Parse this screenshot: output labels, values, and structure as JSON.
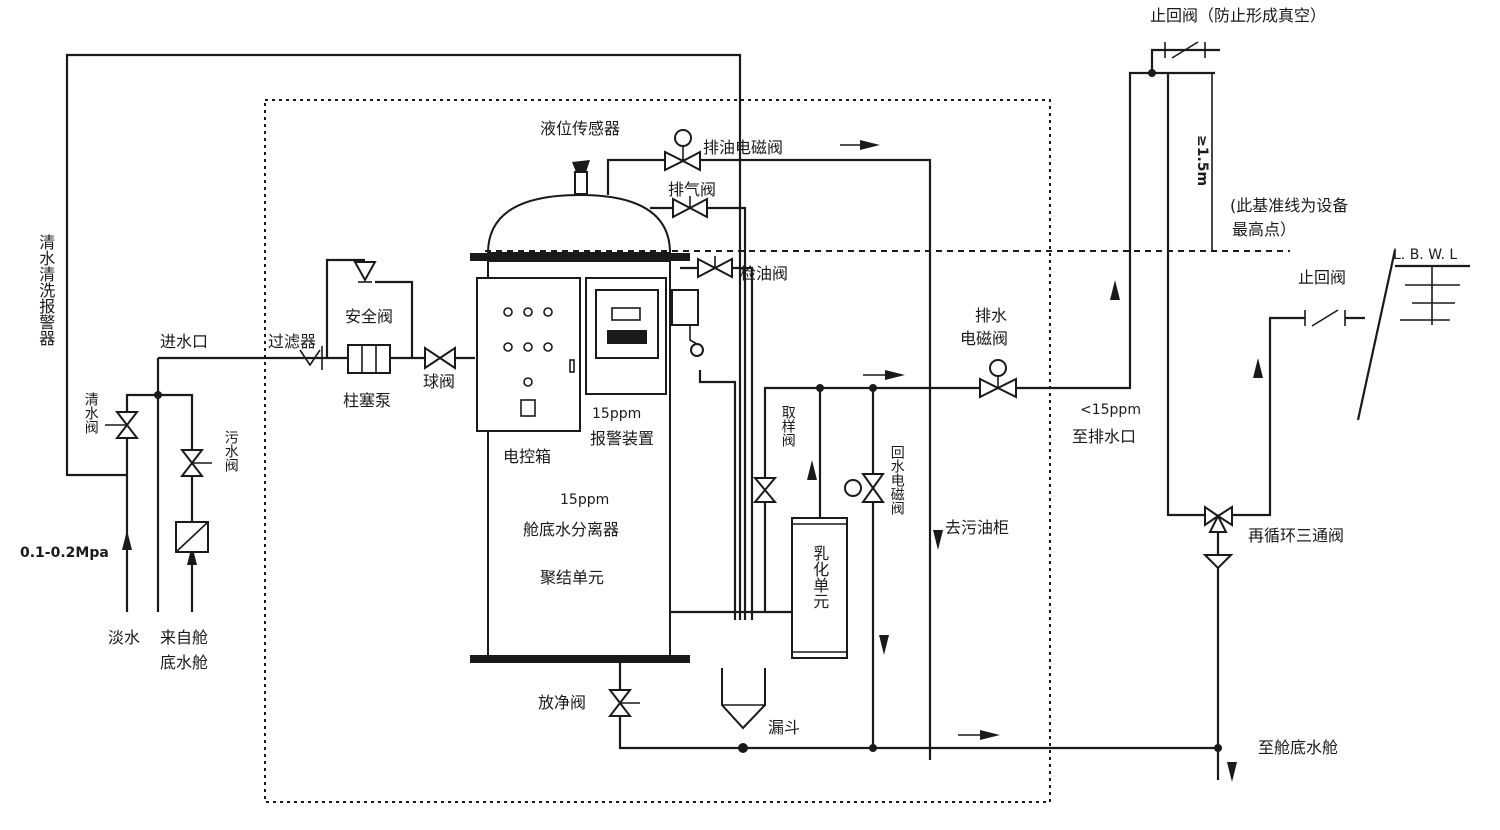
{
  "labels": {
    "check_valve_top": "止回阀（防止形成真空）",
    "level_sensor": "液位传感器",
    "oil_drain_solenoid": "排油电磁阀",
    "vent_valve": "排气阀",
    "oil_check_valve": "检油阀",
    "baseline_note_1": "(此基准线为设备",
    "baseline_note_2": "最高点）",
    "dim_height": "≥1.5m",
    "lbwl": "L. B. W. L",
    "check_valve_right": "止回阀",
    "safety_valve": "安全阀",
    "filter": "过滤器",
    "inlet": "进水口",
    "plunger_pump": "柱塞泵",
    "ball_valve": "球阀",
    "drain_solenoid_1": "排水",
    "drain_solenoid_2": "电磁阀",
    "discharge_note_1": "<15ppm",
    "discharge_note_2": "至排水口",
    "clean_water_alarm": "清水清洗报警器",
    "clean_water_valve": "清水阀",
    "sewage_valve": "污水阀",
    "pressure": "0.1-0.2Mpa",
    "fresh_water": "淡水",
    "from_bilge_1": "来自舱",
    "from_bilge_2": "底水舱",
    "control_box": "电控箱",
    "alarm_1": "15ppm",
    "alarm_2": "报警装置",
    "separator_1": "15ppm",
    "separator_2": "舱底水分离器",
    "coalescer": "聚结单元",
    "sampling_valve": "取样阀",
    "emulsion_unit": "乳化单元",
    "return_solenoid": "回水电磁阀",
    "to_sludge": "去污油柜",
    "recirc_valve": "再循环三通阀",
    "purge_valve": "放净阀",
    "funnel": "漏斗",
    "to_bilge": "至舱底水舱"
  }
}
